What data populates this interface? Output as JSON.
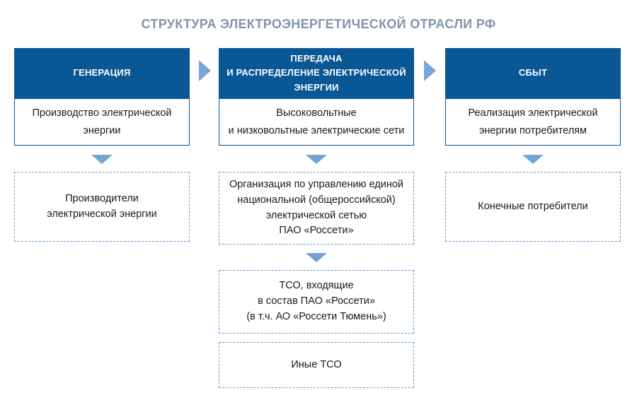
{
  "title": "СТРУКТУРА ЭЛЕКТРОЭНЕРГЕТИЧЕСКОЙ ОТРАСЛИ РФ",
  "colors": {
    "header_bg": "#0a5795",
    "solid_box_border": "#0a5795",
    "dashed_box_border": "#5b9bd5",
    "arrow": "#74a3d1",
    "chevron": "#7ba7d6",
    "title_text": "#8593ad",
    "body_text": "#1a1a1a"
  },
  "columns": [
    {
      "header": "ГЕНЕРАЦИЯ",
      "function": "Производство электрической\nэнергии",
      "entities": [
        "Производители\nэлектрической энергии"
      ]
    },
    {
      "header": "ПЕРЕДАЧА\nИ РАСПРЕДЕЛЕНИЕ ЭЛЕКТРИЧЕСКОЙ\nЭНЕРГИИ",
      "function": "Высоковольтные\nи низковольтные электрические сети",
      "entities": [
        "Организация по управлению единой\nнациональной (общероссийской)\nэлектрической сетью\nПАО «Россети»",
        "ТСО, входящие\nв состав ПАО «Россети»\n(в т.ч. АО «Россети Тюмень»)",
        "Иные ТСО"
      ]
    },
    {
      "header": "СБЫТ",
      "function": "Реализация электрической\nэнергии потребителям",
      "entities": [
        "Конечные потребители"
      ]
    }
  ]
}
